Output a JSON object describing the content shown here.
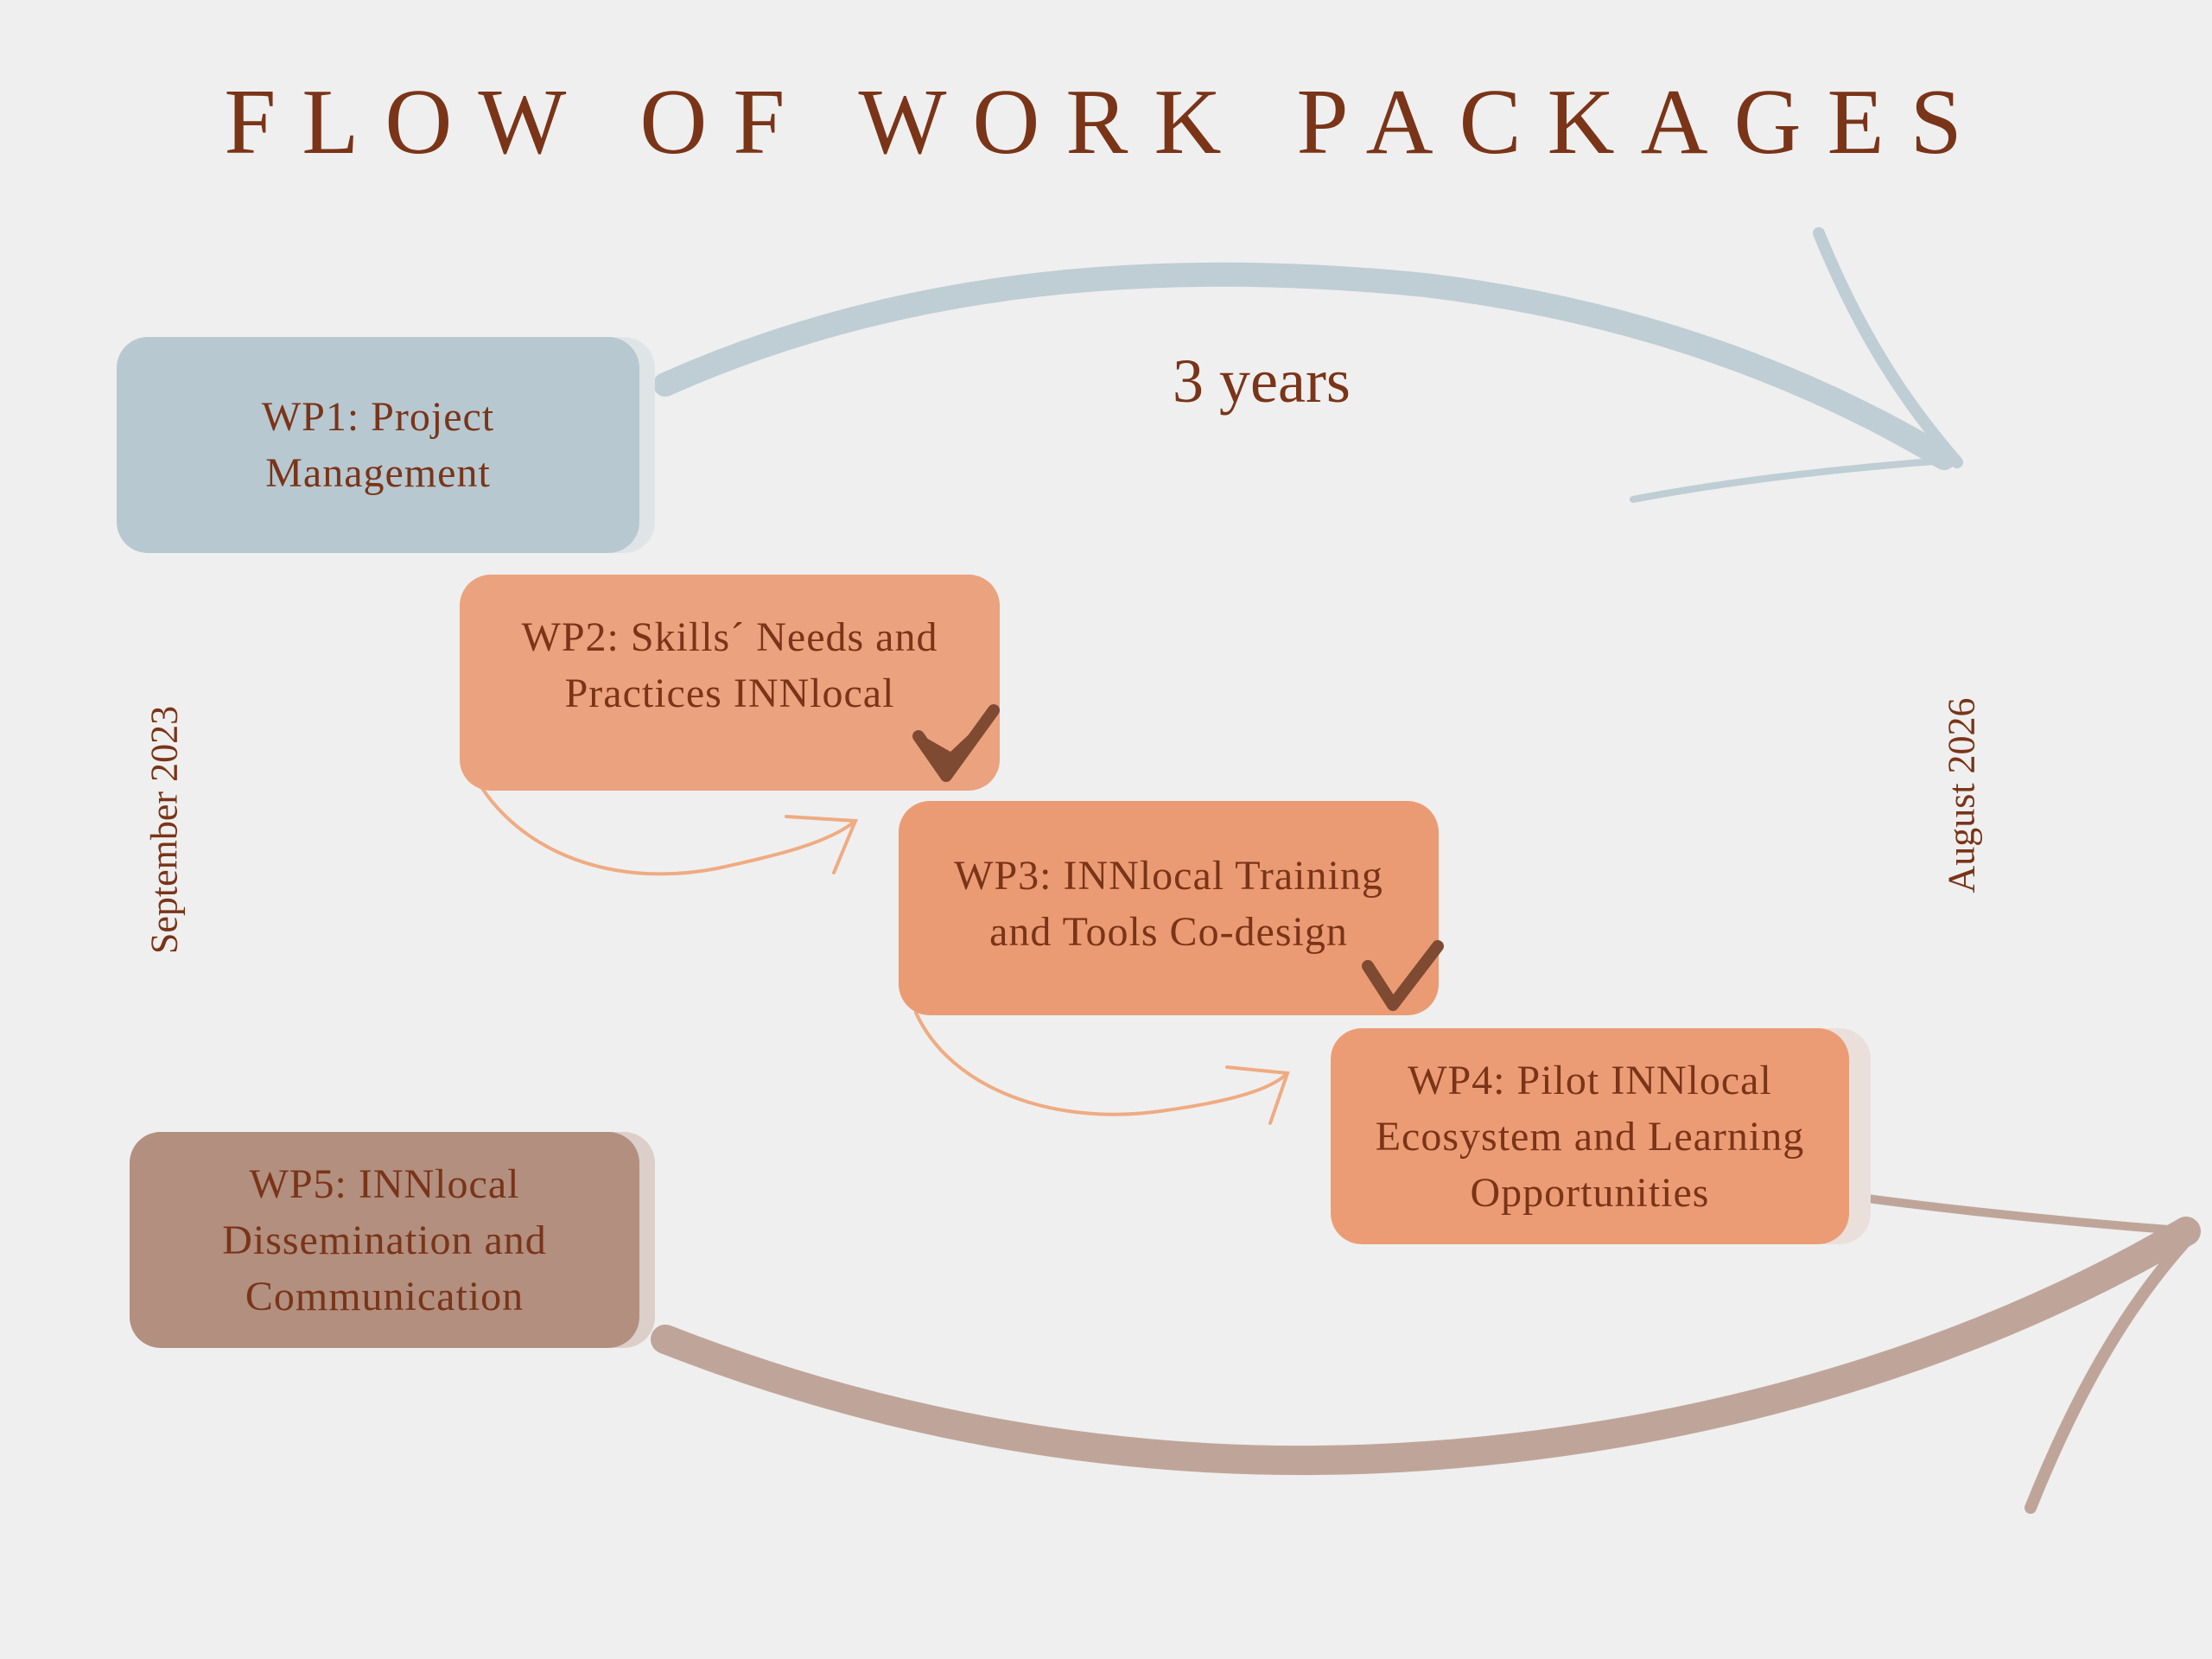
{
  "title": "FLOW OF WORK PACKAGES",
  "duration": "3 years",
  "start_label": "September  2023",
  "end_label": "August 2026",
  "packages": [
    {
      "id": "wp1",
      "line1": "WP1: Project",
      "line2": "Management",
      "line3": "",
      "color": "#b7c8d0",
      "done": false
    },
    {
      "id": "wp2",
      "line1": "WP2: Skills´ Needs and",
      "line2": "Practices INNlocal",
      "line3": "",
      "color": "#eba27e",
      "done": true
    },
    {
      "id": "wp3",
      "line1": "WP3: INNlocal Training",
      "line2": "and Tools Co-design",
      "line3": "",
      "color": "#eb9b73",
      "done": true
    },
    {
      "id": "wp4",
      "line1": "WP4: Pilot INNlocal",
      "line2": "Ecosystem and Learning",
      "line3": "Opportunities",
      "color": "#ec9c74",
      "done": false
    },
    {
      "id": "wp5",
      "line1": "WP5: INNlocal",
      "line2": "Dissemination and",
      "line3": "Communication",
      "color": "#b28f7f",
      "done": false
    }
  ],
  "colors": {
    "text": "#7a3418",
    "top_arrow": "#bfcdd4",
    "bottom_arrow": "#bfa599",
    "connector": "#efab82",
    "check": "#7e4a32"
  }
}
